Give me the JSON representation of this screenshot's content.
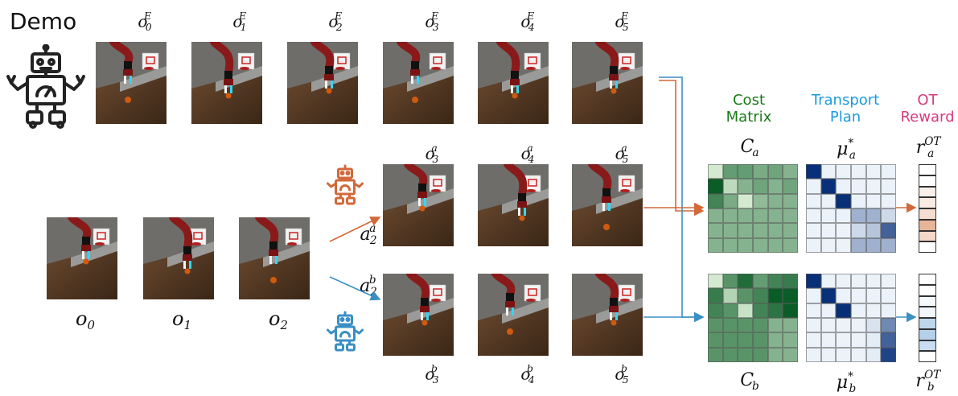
{
  "demo_label": "Demo",
  "demo_frames": [
    "o0E",
    "o1E",
    "o2E",
    "o3E",
    "o4E",
    "o5E"
  ],
  "headers": {
    "cost": {
      "line1": "Cost",
      "line2": "Matrix",
      "color": "#1a7a1a"
    },
    "transport": {
      "line1": "Transport",
      "line2": "Plan",
      "color": "#1a9ae0"
    },
    "reward": {
      "line1": "OT",
      "line2": "Reward",
      "color": "#d63a7e"
    }
  },
  "colors": {
    "branch_a": "#d2693a",
    "branch_b": "#3a8fc4",
    "demo_line_a": "#d2693a",
    "demo_line_b": "#3a8fc4"
  },
  "cost_a": [
    [
      0.05,
      0.55,
      0.55,
      0.45,
      0.5,
      0.4
    ],
    [
      0.95,
      0.15,
      0.4,
      0.5,
      0.4,
      0.5
    ],
    [
      0.7,
      0.45,
      0.05,
      0.35,
      0.4,
      0.4
    ],
    [
      0.4,
      0.4,
      0.4,
      0.4,
      0.4,
      0.4
    ],
    [
      0.4,
      0.4,
      0.4,
      0.4,
      0.4,
      0.4
    ],
    [
      0.4,
      0.4,
      0.4,
      0.4,
      0.4,
      0.4
    ]
  ],
  "cost_b": [
    [
      0.05,
      0.6,
      0.85,
      0.55,
      0.7,
      0.75
    ],
    [
      0.75,
      0.2,
      0.6,
      0.7,
      0.95,
      0.95
    ],
    [
      0.7,
      0.6,
      0.1,
      0.7,
      0.8,
      0.95
    ],
    [
      0.6,
      0.6,
      0.6,
      0.6,
      0.4,
      0.4
    ],
    [
      0.6,
      0.6,
      0.6,
      0.6,
      0.4,
      0.4
    ],
    [
      0.6,
      0.6,
      0.6,
      0.6,
      0.4,
      0.4
    ]
  ],
  "plan_a": [
    [
      1.0,
      0.02,
      0.02,
      0.02,
      0.02,
      0.02
    ],
    [
      0.02,
      1.0,
      0.02,
      0.02,
      0.02,
      0.02
    ],
    [
      0.02,
      0.02,
      1.0,
      0.02,
      0.02,
      0.02
    ],
    [
      0.02,
      0.02,
      0.02,
      0.35,
      0.35,
      0.15
    ],
    [
      0.02,
      0.02,
      0.02,
      0.15,
      0.25,
      0.75
    ],
    [
      0.02,
      0.02,
      0.02,
      0.35,
      0.35,
      0.35
    ]
  ],
  "plan_b": [
    [
      1.0,
      0.02,
      0.02,
      0.02,
      0.02,
      0.02
    ],
    [
      0.02,
      1.0,
      0.02,
      0.02,
      0.02,
      0.02
    ],
    [
      0.02,
      0.02,
      1.0,
      0.02,
      0.02,
      0.02
    ],
    [
      0.02,
      0.02,
      0.02,
      0.02,
      0.1,
      0.55
    ],
    [
      0.02,
      0.02,
      0.02,
      0.02,
      0.05,
      0.75
    ],
    [
      0.02,
      0.02,
      0.02,
      0.02,
      0.05,
      0.9
    ]
  ],
  "reward_a": [
    0.0,
    0.12,
    0.15,
    0.25,
    0.55,
    0.3
  ],
  "reward_b": [
    0.0,
    0.05,
    0.08,
    0.35,
    0.4,
    0.3
  ]
}
